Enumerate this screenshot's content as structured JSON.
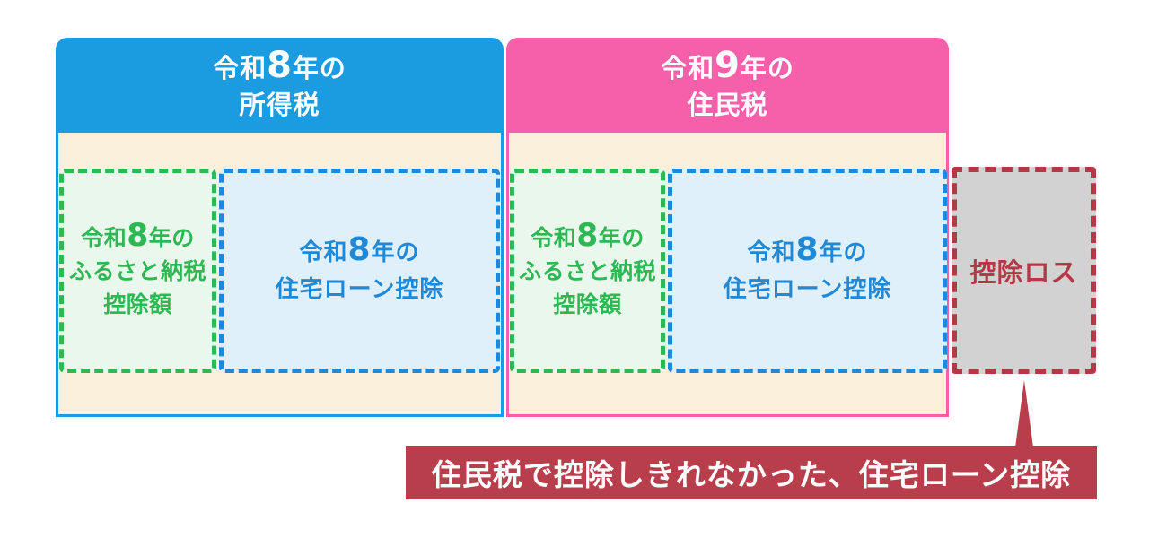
{
  "colors": {
    "income_tax_blue": "#1b9ce1",
    "resident_tax_pink": "#f65fa9",
    "panel_body_cream": "#faefdb",
    "furusato_green": "#2eb853",
    "furusato_green_fill": "#e9f7ec",
    "housing_loan_blue": "#1e88d9",
    "housing_loan_blue_fill": "#e0f0fa",
    "loss_gray_fill": "#d2d2d2",
    "loss_dark_red": "#b23a47",
    "banner_red": "#b93e4b"
  },
  "panels": [
    {
      "header": {
        "era": "令和",
        "year_digit": "8",
        "era_suffix": "年の",
        "tax_type": "所得税"
      },
      "boxes": {
        "furusato": {
          "era": "令和",
          "year_digit": "8",
          "era_suffix": "年の",
          "line2": "ふるさと納税",
          "line3": "控除額"
        },
        "housing": {
          "era": "令和",
          "year_digit": "8",
          "era_suffix": "年の",
          "line2": "住宅ローン控除"
        }
      }
    },
    {
      "header": {
        "era": "令和",
        "year_digit": "9",
        "era_suffix": "年の",
        "tax_type": "住民税"
      },
      "boxes": {
        "furusato": {
          "era": "令和",
          "year_digit": "8",
          "era_suffix": "年の",
          "line2": "ふるさと納税",
          "line3": "控除額"
        },
        "housing": {
          "era": "令和",
          "year_digit": "8",
          "era_suffix": "年の",
          "line2": "住宅ローン控除"
        }
      }
    }
  ],
  "loss_box": {
    "label": "控除ロス"
  },
  "banner": {
    "text": "住民税で控除しきれなかった、住宅ローン控除"
  }
}
